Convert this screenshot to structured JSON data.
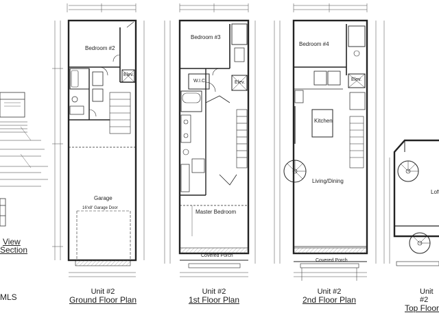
{
  "plans": [
    {
      "unit": "Unit #2",
      "name": "Ground Floor Plan"
    },
    {
      "unit": "Unit #2",
      "name": "1st Floor Plan"
    },
    {
      "unit": "Unit #2",
      "name": "2nd Floor Plan"
    },
    {
      "unit": "Unit #2",
      "name": "Top Floor"
    }
  ],
  "rooms": {
    "ground": {
      "bedroom": "Bedroom #2",
      "elev": "Elev.",
      "garage": "Garage",
      "garage_door": "16'x8' Garage Door"
    },
    "first": {
      "bedroom": "Bedroom #3",
      "wic": "W.I.C.",
      "elev": "Elev.",
      "master": "Master Bedroom",
      "porch": "Covered Porch"
    },
    "second": {
      "bedroom": "Bedroom #4",
      "elev": "Elev.",
      "kitchen": "Kitchen",
      "living": "Living/Dining",
      "porch": "Covered Porch"
    },
    "top": {
      "loft": "Loft"
    }
  },
  "left_fragment": {
    "line1": "View",
    "line2": "Section"
  },
  "watermark": "MLS"
}
